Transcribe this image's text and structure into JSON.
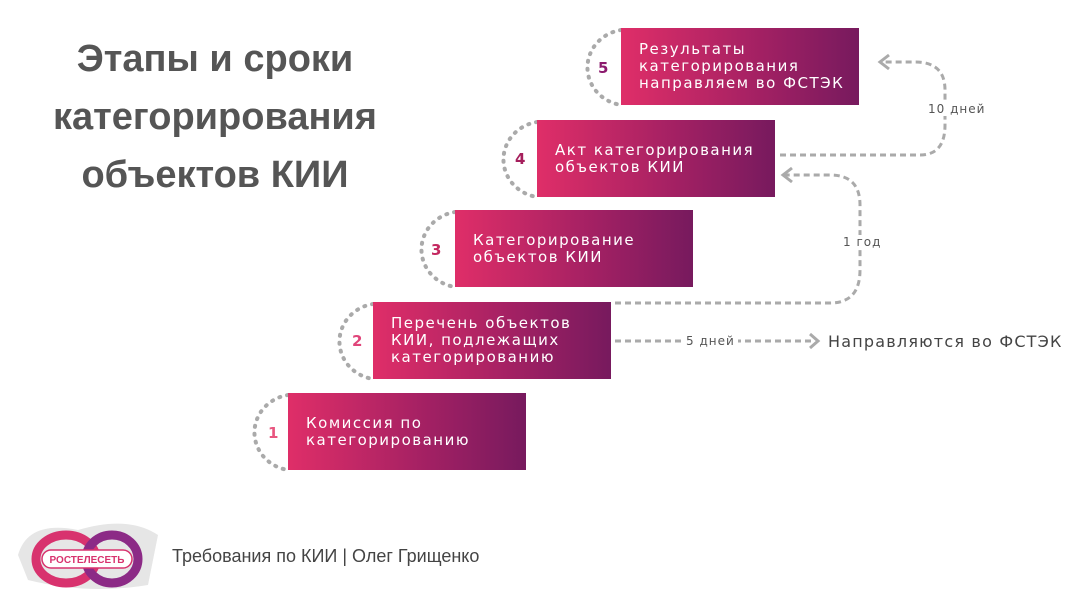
{
  "title": "Этапы и сроки категорирования объектов КИИ",
  "steps": [
    {
      "num": "1",
      "text": "Комиссия по\nкатегорированию",
      "color": "#e8567f"
    },
    {
      "num": "2",
      "text": "Перечень объектов\nКИИ, подлежащих\nкатегорированию",
      "color": "#e0457a"
    },
    {
      "num": "3",
      "text": "Категорирование\nобъектов КИИ",
      "color": "#c42860"
    },
    {
      "num": "4",
      "text": "Акт категорирования\nобъектов КИИ",
      "color": "#a51f5c"
    },
    {
      "num": "5",
      "text": "Результаты\nкатегорирования\nнаправляем во ФСТЭК",
      "color": "#8c1a6e"
    }
  ],
  "durations": {
    "d5": "5 дней",
    "y1": "1 год",
    "d10": "10 дней"
  },
  "fstek": "Направляются во ФСТЭК",
  "footer": "Требования по КИИ | Олег Грищенко",
  "logo_text": "РОСТЕЛЕСЕТЬ"
}
